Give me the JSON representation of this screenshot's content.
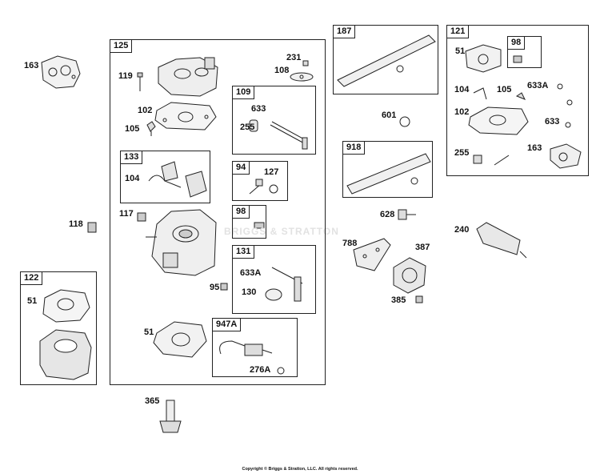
{
  "boxes": {
    "b125": "125",
    "b109": "109",
    "b133": "133",
    "b94": "94",
    "b98a": "98",
    "b131": "131",
    "b947": "947A",
    "b122": "122",
    "b187": "187",
    "b918": "918",
    "b121": "121",
    "b98b": "98"
  },
  "labels": {
    "p163a": "163",
    "p119": "119",
    "p102a": "102",
    "p105a": "105",
    "p231": "231",
    "p108": "108",
    "p633a": "633",
    "p255a": "255",
    "p104a": "104",
    "p127": "127",
    "p117": "117",
    "p633A_131": "633A",
    "p130": "130",
    "p95": "95",
    "p51a": "51",
    "p276A": "276A",
    "p118": "118",
    "p51b": "51",
    "p365": "365",
    "p601": "601",
    "p628": "628",
    "p788": "788",
    "p387": "387",
    "p385": "385",
    "p240": "240",
    "p51c": "51",
    "p104b": "104",
    "p105b": "105",
    "p633A_121": "633A",
    "p102b": "102",
    "p633b": "633",
    "p255b": "255",
    "p163b": "163"
  },
  "watermark": "BRIGGS & STRATTON",
  "copyright": "Copyright © Briggs & Stratton, LLC. All rights reserved."
}
